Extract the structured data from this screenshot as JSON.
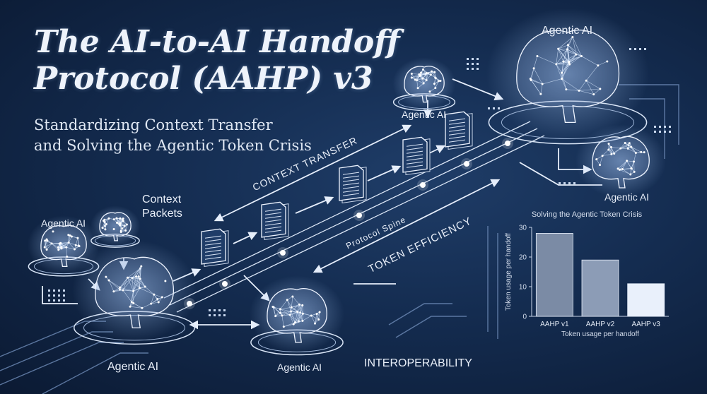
{
  "header": {
    "title_line1": "The AI-to-AI Handoff",
    "title_line2": "Protocol (AAHP) v3",
    "subtitle_line1": "Standardizing Context Transfer",
    "subtitle_line2": "and Solving the Agentic Token Crisis"
  },
  "labels": {
    "agent_top_right": "Agentic AI",
    "agent_top_mid": "Agentic AI",
    "agent_mid_right": "Agentic AI",
    "agent_left": "Agentic AI",
    "agent_bottom_left": "Agentic AI",
    "agent_bottom_mid": "Agentic AI",
    "context_packets": "Context\nPackets",
    "context_transfer": "CONTEXT TRANSFER",
    "protocol_spine": "Protocol Spine",
    "token_efficiency": "TOKEN EFFICIENCY",
    "interoperability": "INTEROPERABILITY"
  },
  "colors": {
    "line": "#c9d8ee",
    "bar_v1": "#7b8ba5",
    "bar_v2": "#8c9cb6",
    "bar_v3": "#e9f0fb",
    "node": "#f4f8ff"
  },
  "chart_data": {
    "type": "bar",
    "title": "Solving the Agentic Token Crisis",
    "categories": [
      "AAHP v1",
      "AAHP v2",
      "AAHP v3"
    ],
    "values": [
      28,
      19,
      11
    ],
    "ylabel": "Token usage per handoff",
    "xlabel": "Token usage per handoff",
    "ylim": [
      0,
      30
    ],
    "yticks": [
      0,
      10,
      20,
      30
    ],
    "grid": false
  }
}
